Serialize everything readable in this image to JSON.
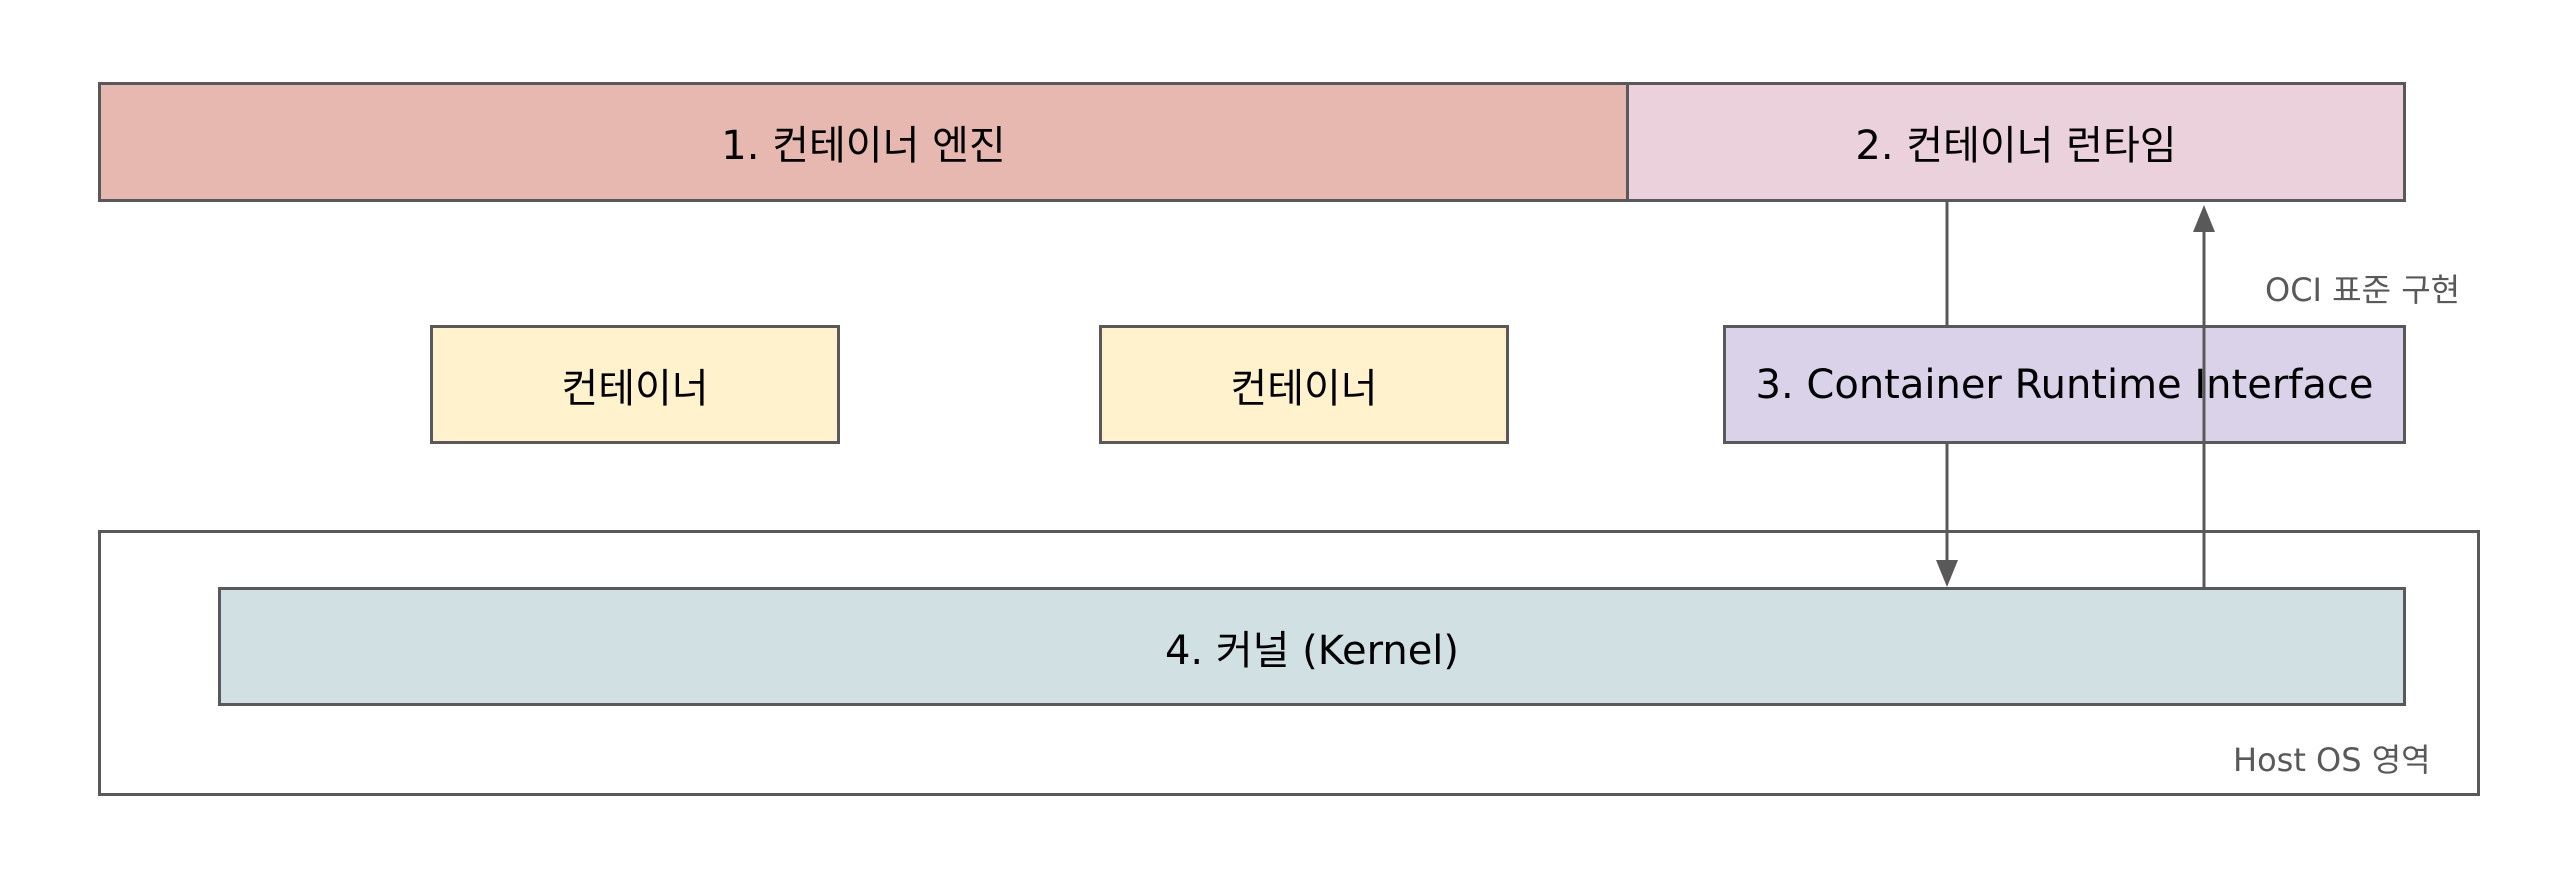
{
  "diagram": {
    "engine_label": "1. 컨테이너 엔진",
    "runtime_label": "2. 컨테이너 런타임",
    "container_1_label": "컨테이너",
    "container_2_label": "컨테이너",
    "cri_label": "3. Container Runtime Interface",
    "kernel_label": "4. 커널 (Kernel)",
    "oci_label": "OCI 표준 구현",
    "host_os_label": "Host OS 영역"
  },
  "colors": {
    "engine_fill": "#e6b8af",
    "runtime_fill": "#ead1dc",
    "container_fill": "#fff2cc",
    "cri_fill": "#d9d2e9",
    "kernel_fill": "#d0e0e3",
    "border": "#595959",
    "caption_text": "#595959"
  }
}
